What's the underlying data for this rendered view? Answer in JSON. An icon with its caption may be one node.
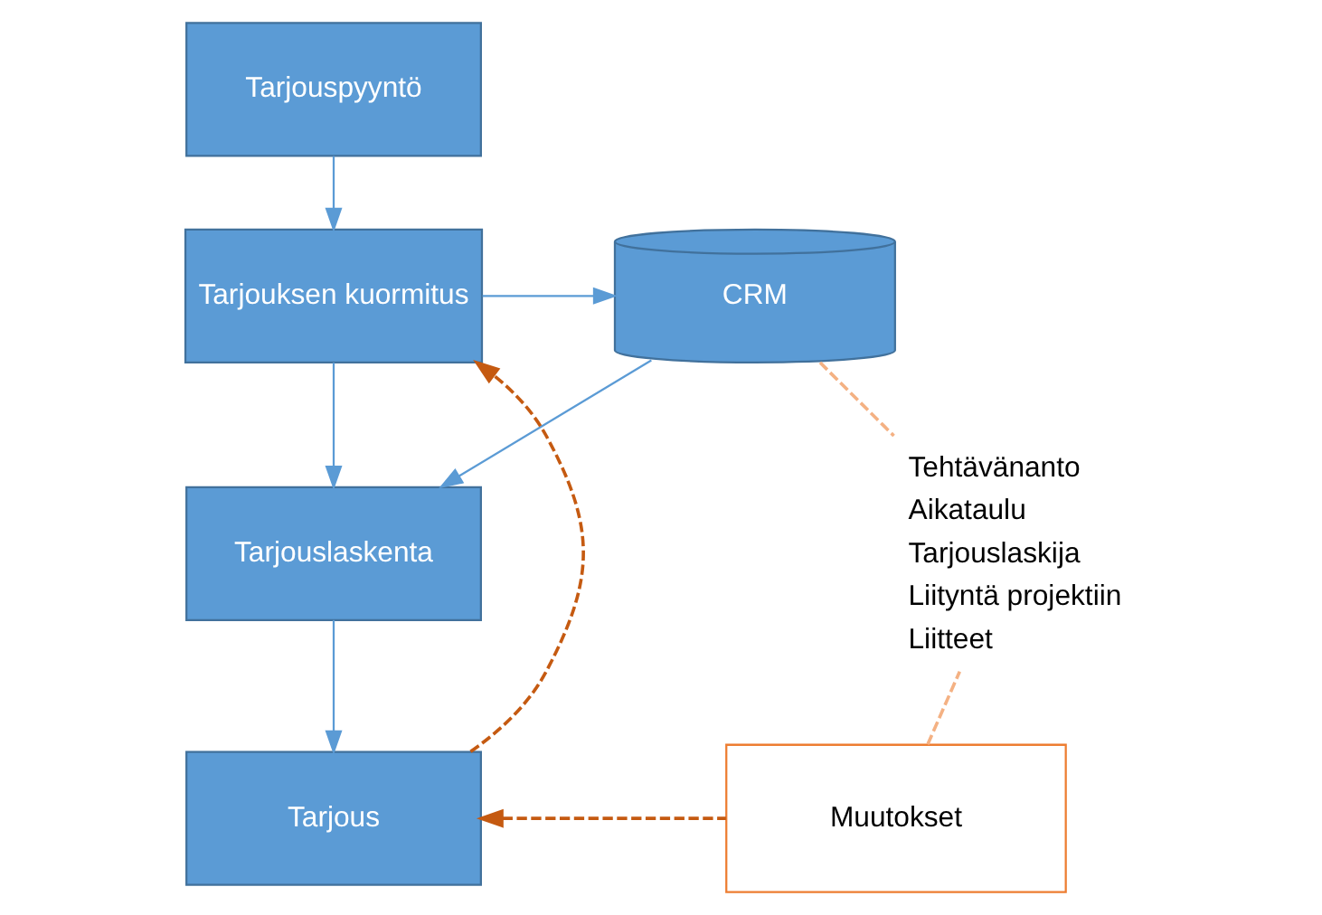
{
  "diagram": {
    "nodes": [
      {
        "text": [
          "Tarjouspyyntö"
        ]
      },
      {
        "text": [
          "Tarjouksen kuormitus"
        ]
      },
      {
        "text": [
          "CRM"
        ]
      },
      {
        "text": [
          "Tarjouslaskenta"
        ]
      },
      {
        "text": [
          "Tarjous"
        ]
      },
      {
        "text": [
          "Muutokset"
        ]
      },
      {
        "text": [
          "Tehtävänanto",
          "Aikataulu",
          "Tarjouslaskija",
          "Liityntä projektiin",
          "Liitteet"
        ]
      }
    ],
    "edges": [
      {
        "from": 0,
        "to": 1,
        "arrow": "to"
      },
      {
        "from": 1,
        "to": 2,
        "arrow": "to"
      },
      {
        "from": 1,
        "to": 3,
        "arrow": "to"
      },
      {
        "from": 2,
        "to": 3,
        "arrow": "to"
      },
      {
        "from": 3,
        "to": 4,
        "arrow": "to"
      },
      {
        "from": 4,
        "to": 1,
        "arrow": "to",
        "style": "dashed",
        "color": "#c55a11"
      },
      {
        "from": 5,
        "to": 4,
        "arrow": "to",
        "style": "dashed",
        "color": "#c55a11"
      },
      {
        "from": 2,
        "to": 6,
        "arrow": "none",
        "style": "dashed",
        "color": "#f4b183"
      },
      {
        "from": 6,
        "to": 5,
        "arrow": "none",
        "style": "dashed",
        "color": "#f4b183"
      }
    ]
  }
}
